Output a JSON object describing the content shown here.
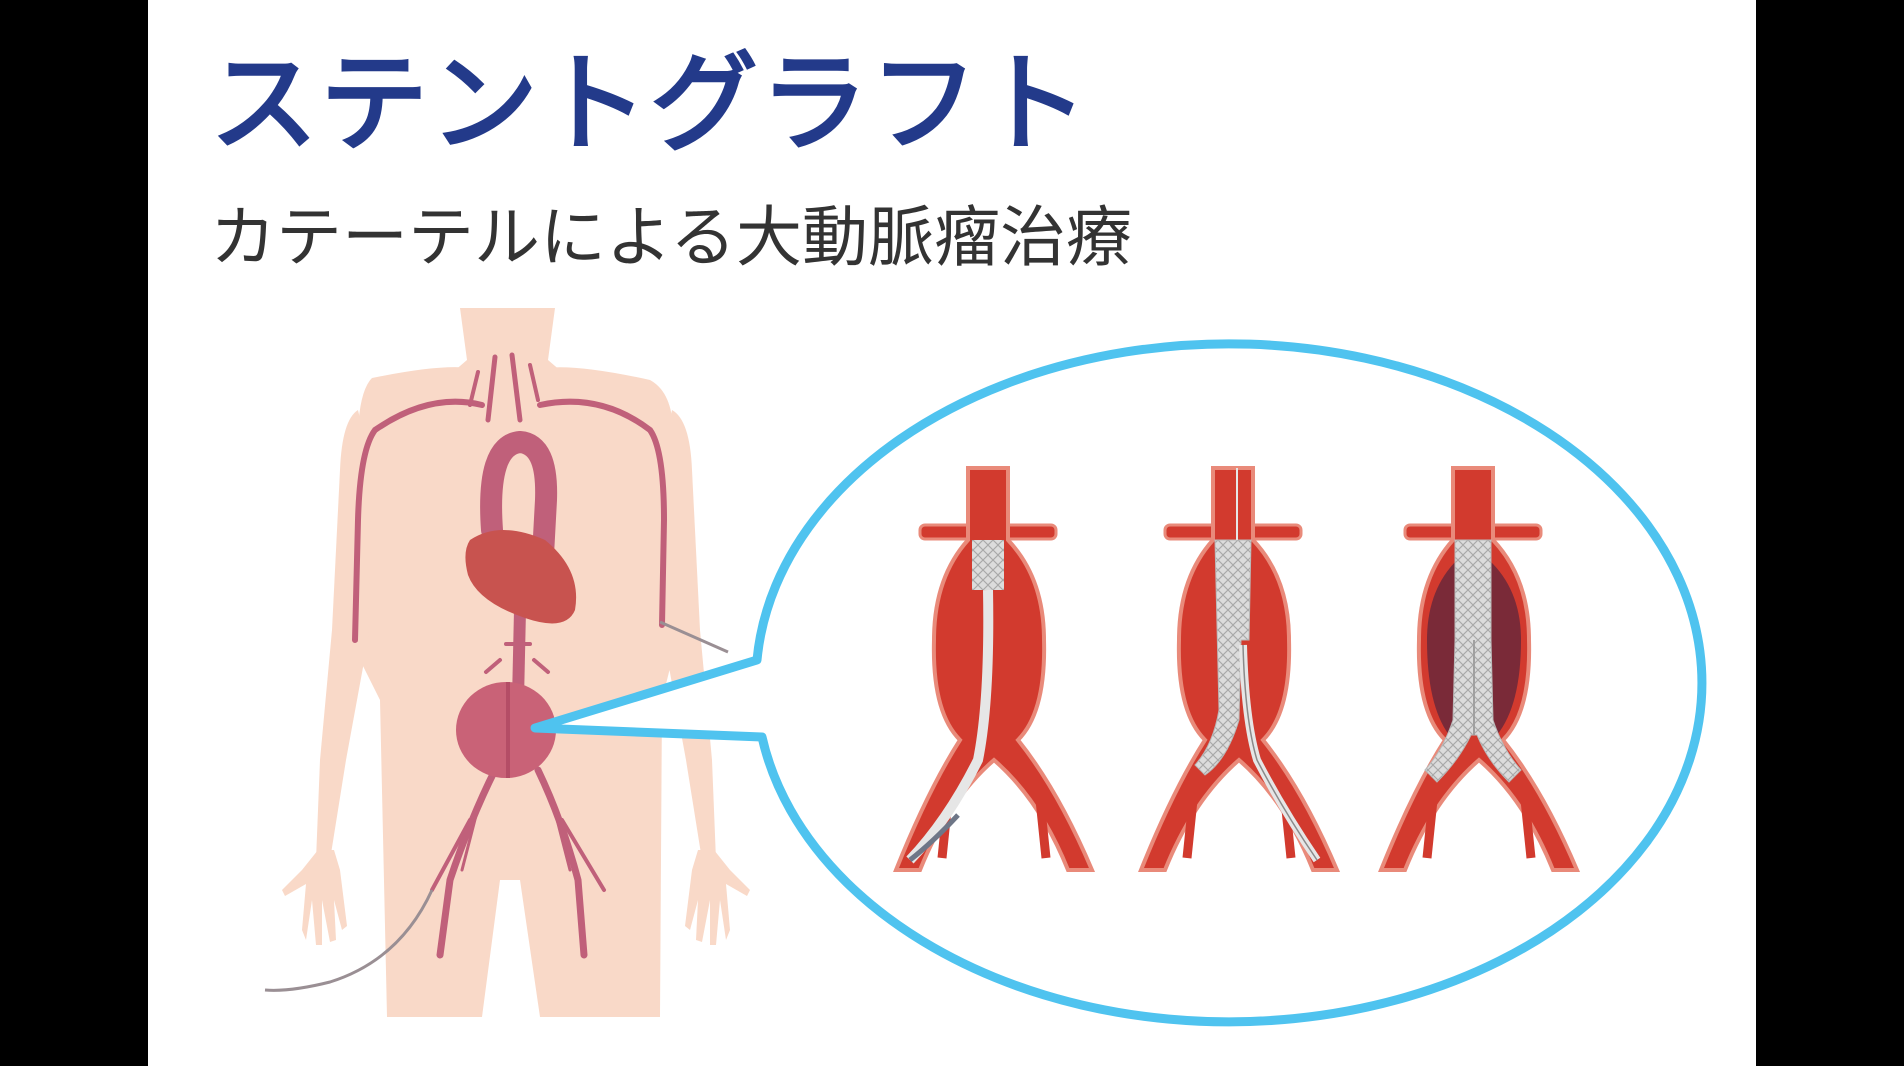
{
  "title": "ステントグラフト",
  "subtitle": "カテーテルによる大動脈瘤治療",
  "colors": {
    "background_outer": "#000000",
    "panel": "#ffffff",
    "title": "#233a8a",
    "subtitle": "#333333",
    "skin": "#f9d9c8",
    "artery": "#c0607a",
    "heart": "#c8534f",
    "aneurysm": "#c96277",
    "callout_stroke": "#4fc3ef",
    "vessel_red": "#d23a2e",
    "vessel_edge": "#e98a7a",
    "stent_gray": "#d7d7d7",
    "thrombus": "#7a2a38",
    "catheter": "#9a9a9a"
  },
  "figure": {
    "body_label": "human-body-with-aortic-aneurysm",
    "callout_label": "magnified-view",
    "stages": [
      {
        "id": 1,
        "label": "catheter-insertion"
      },
      {
        "id": 2,
        "label": "main-body-deployment"
      },
      {
        "id": 3,
        "label": "graft-complete-sac-excluded"
      }
    ]
  }
}
